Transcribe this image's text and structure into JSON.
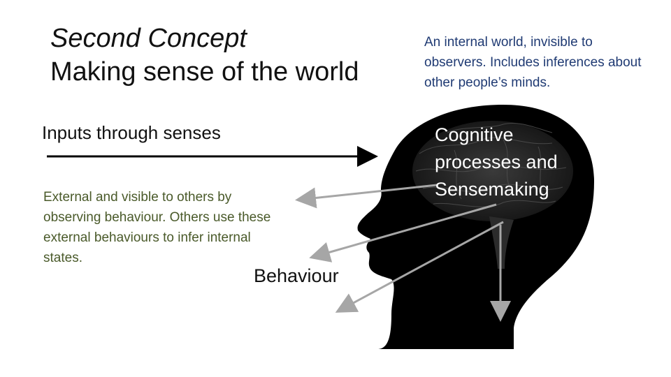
{
  "title": {
    "italic": "Second Concept",
    "main": "Making sense of the world"
  },
  "internal_note": "An internal world, invisible to observers. Includes inferences about other people’s minds.",
  "inputs_label": "Inputs through senses",
  "external_note": "External and visible to others by observing behaviour. Others use these external behaviours to infer internal states.",
  "behaviour_label": "Behaviour",
  "cognitive_label": "Cognitive processes and Sensemaking",
  "colors": {
    "internal_note": "#1f3a73",
    "external_note": "#4a5a2a",
    "head": "#000000",
    "arrow_grey": "#a6a6a6"
  }
}
